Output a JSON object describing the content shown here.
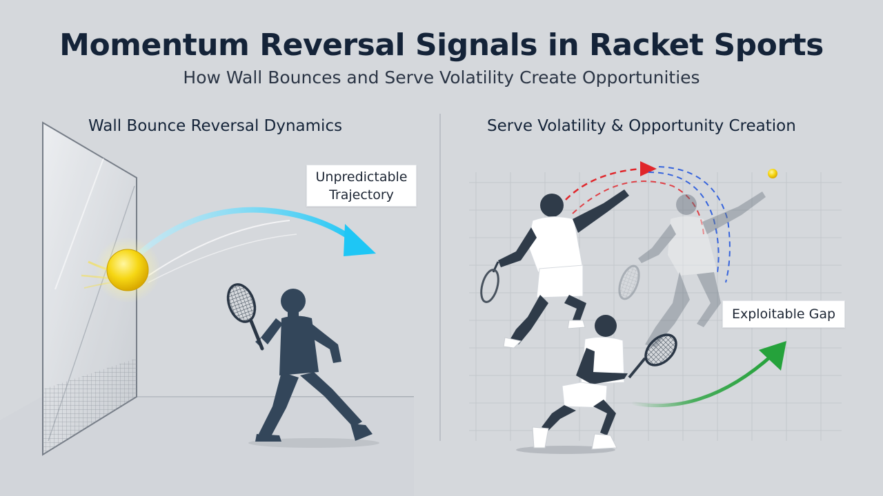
{
  "header": {
    "title": "Momentum Reversal Signals in Racket Sports",
    "subtitle": "How Wall Bounces and Serve Volatility Create Opportunities"
  },
  "left_panel": {
    "heading": "Wall Bounce Reversal Dynamics",
    "callout_line1": "Unpredictable",
    "callout_line2": "Trajectory"
  },
  "right_panel": {
    "heading": "Serve Volatility & Opportunity Creation",
    "callout": "Exploitable Gap"
  },
  "colors": {
    "background": "#d5d8dc",
    "title": "#142338",
    "ball": "#f4d411",
    "trajectory_arrow": "#1ec6f5",
    "serve_arrow_red": "#e0262b",
    "serve_arrow_blue": "#3563dc",
    "opportunity_arrow": "#25a23b",
    "silhouette": "#33465a"
  }
}
